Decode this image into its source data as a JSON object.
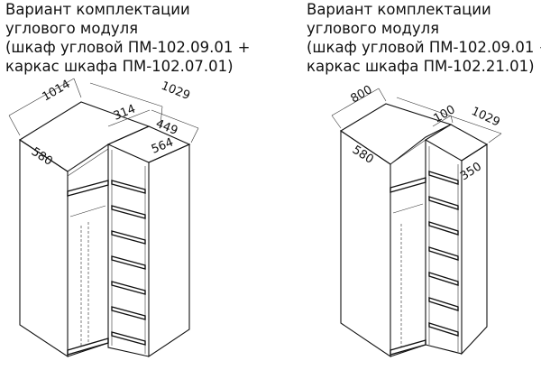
{
  "left": {
    "caption": [
      "Вариант комплектации",
      " углового модуля",
      "(шкаф угловой ПМ-102.09.01 +",
      "каркас шкафа ПМ-102.07.01)"
    ],
    "dims": {
      "d1014": "1014",
      "d1029": "1029",
      "d314": "314",
      "d449": "449",
      "d580": "580",
      "d564": "564"
    }
  },
  "right": {
    "caption": [
      "Вариант комплектации",
      " углового модуля",
      "(шкаф угловой ПМ-102.09.01 +",
      "каркас шкафа ПМ-102.21.01)"
    ],
    "dims": {
      "d800": "800",
      "d1029": "1029",
      "d100": "100",
      "d580": "580",
      "d350": "350"
    }
  }
}
